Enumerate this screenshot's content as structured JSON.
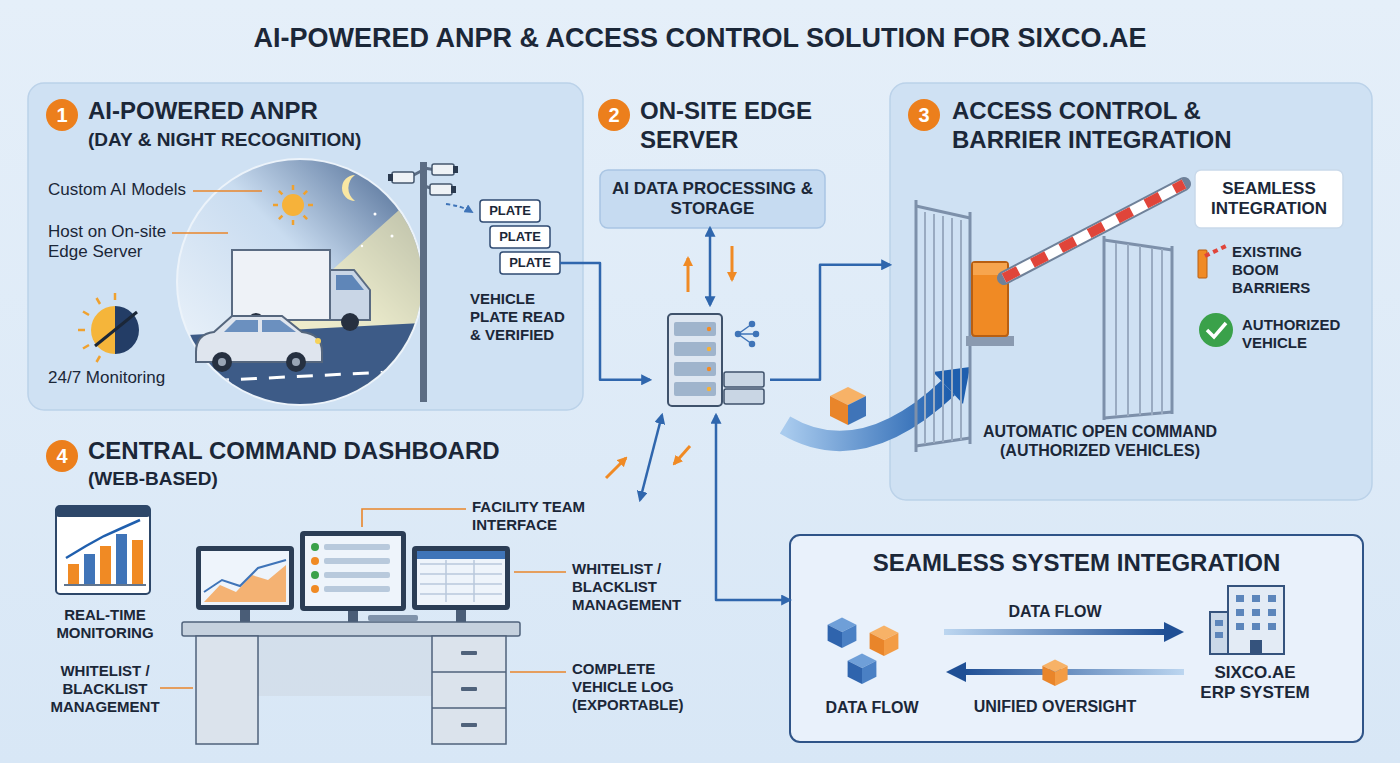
{
  "diagram": {
    "title": "AI-POWERED ANPR & ACCESS CONTROL SOLUTION FOR SIXCO.AE",
    "nodes": [
      {
        "text": [
          "1",
          "AI-POWERED ANPR",
          "(DAY & NIGHT RECOGNITION)"
        ]
      },
      {
        "text": [
          "PLATE"
        ],
        "in": 0
      },
      {
        "text": [
          "PLATE"
        ],
        "in": 0
      },
      {
        "text": [
          "PLATE"
        ],
        "in": 0
      },
      {
        "text": [
          "2",
          "ON-SITE EDGE SERVER"
        ]
      },
      {
        "text": [
          "AI DATA PROCESSING & STORAGE"
        ]
      },
      {
        "text": [
          "3",
          "ACCESS CONTROL & BARRIER INTEGRATION"
        ]
      },
      {
        "text": [
          "SEAMLESS INTEGRATION"
        ],
        "in": 6
      },
      {
        "text": [
          "4",
          "CENTRAL COMMAND DASHBOARD",
          "(WEB-BASED)"
        ]
      },
      {
        "text": [
          "SEAMLESS SYSTEM INTEGRATION"
        ]
      }
    ],
    "edges": [
      {
        "from": 3,
        "to": 4,
        "arrow": "to"
      },
      {
        "from": 4,
        "to": 6,
        "arrow": "to"
      },
      {
        "from": 5,
        "to": 4,
        "arrow": "both"
      },
      {
        "from": 4,
        "to": 8,
        "arrow": "both"
      },
      {
        "from": 4,
        "to": 9,
        "arrow": "both"
      }
    ],
    "labels": [
      "Custom AI Models",
      "Host on On-site Edge Server",
      "VEHICLE PLATE READ & VERIFIED",
      "24/7 Monitoring",
      "EXISTING BOOM BARRIERS",
      "AUTHORIZED VEHICLE",
      "AUTOMATIC OPEN COMMAND (AUTHORIZED VEHICLES)",
      "FACILITY TEAM INTERFACE",
      "WHITELIST / BLACKLIST MANAGEMENT",
      "REAL-TIME MONITORING",
      "WHITELIST / BLACKLIST MANAGEMENT",
      "COMPLETE VEHICLE LOG (EXPORTABLE)",
      "DATA FLOW",
      "DATA FLOW",
      "UNIFIED OVERSIGHT",
      "SIXCO.AE ERP SYSTEM"
    ]
  }
}
